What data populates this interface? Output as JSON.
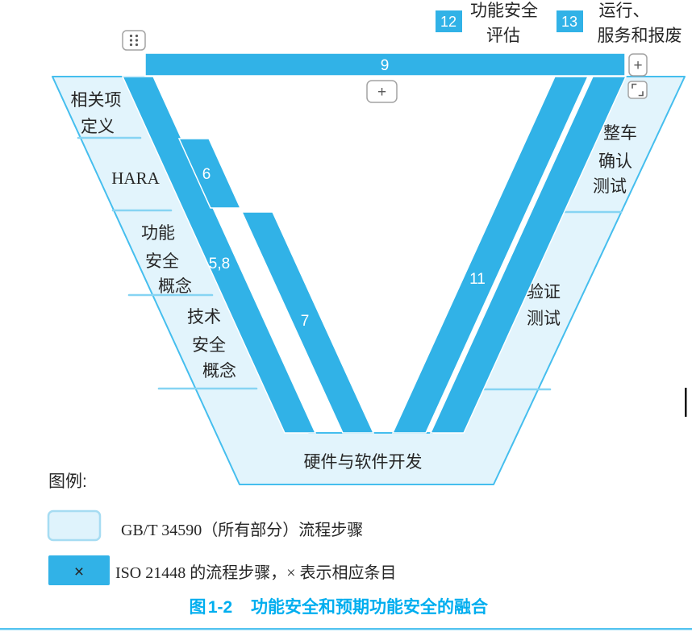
{
  "colors": {
    "band_blue": "#31B2E7",
    "light_fill": "#E2F4FC",
    "outline_blue": "#45BEEE",
    "divider_blue": "#86D4F3",
    "caption_blue": "#00AEEF",
    "text_dark": "#262626"
  },
  "overlay_buttons": {
    "center_add": "+",
    "right_add": "+"
  },
  "diagram": {
    "top_bar": {
      "label": "9"
    },
    "annotations": [
      {
        "num": "12",
        "line1": "功能安全",
        "line2": "评估"
      },
      {
        "num": "13",
        "line1": "运行、",
        "line2": "服务和报废"
      }
    ],
    "bands": {
      "b6": "6",
      "b58": "5,8",
      "b7": "7",
      "b11": "11"
    },
    "left_sections": {
      "s1_line1": "相关项",
      "s1_line2": "定义",
      "s2_line1": "HARA",
      "s3_line1": "功能",
      "s3_line2": "安全",
      "s3_line3": "概念",
      "s4_line1": "技术",
      "s4_line2": "安全",
      "s4_line3": "概念"
    },
    "bottom_section": "硬件与软件开发",
    "right_sections": {
      "s1_line1": "整车",
      "s1_line2": "确认",
      "s1_line3": "测试",
      "s2_line1": "验证",
      "s2_line2": "测试"
    }
  },
  "legend": {
    "title": "图例:",
    "gbt_label": "GB/T 34590（所有部分）流程步骤",
    "iso_mark": "×",
    "iso_label": "ISO 21448  的流程步骤，× 表示相应条目"
  },
  "caption": {
    "prefix": "图",
    "number": "1-2",
    "title": "功能安全和预期功能安全的融合"
  }
}
